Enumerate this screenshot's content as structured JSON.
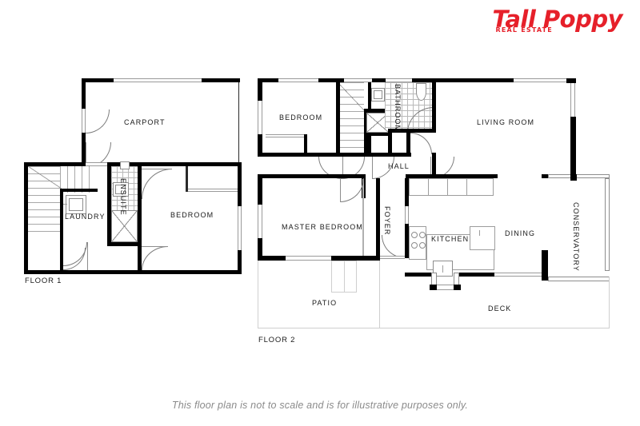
{
  "brand": {
    "name": "Tall Poppy",
    "tagline": "REAL ESTATE",
    "color": "#e6202a"
  },
  "caption": "This floor plan is not to scale and is for illustrative purposes only.",
  "floors": [
    {
      "id": "floor-1",
      "label": "FLOOR 1",
      "rooms": [
        {
          "name": "carport",
          "label": "CARPORT",
          "orientation": "horizontal"
        },
        {
          "name": "laundry",
          "label": "LAUNDRY",
          "orientation": "horizontal"
        },
        {
          "name": "ensuite",
          "label": "ENSUITE",
          "orientation": "vertical"
        },
        {
          "name": "bedroom",
          "label": "BEDROOM",
          "orientation": "horizontal"
        }
      ]
    },
    {
      "id": "floor-2",
      "label": "FLOOR 2",
      "rooms": [
        {
          "name": "bedroom",
          "label": "BEDROOM",
          "orientation": "horizontal"
        },
        {
          "name": "bathroom",
          "label": "BATHROOM",
          "orientation": "vertical"
        },
        {
          "name": "living-room",
          "label": "LIVING ROOM",
          "orientation": "horizontal"
        },
        {
          "name": "hall",
          "label": "HALL",
          "orientation": "horizontal"
        },
        {
          "name": "master-bedroom",
          "label": "MASTER BEDROOM",
          "orientation": "horizontal"
        },
        {
          "name": "foyer",
          "label": "FOYER",
          "orientation": "vertical"
        },
        {
          "name": "kitchen",
          "label": "KITCHEN",
          "orientation": "horizontal"
        },
        {
          "name": "dining",
          "label": "DINING",
          "orientation": "horizontal"
        },
        {
          "name": "conservatory",
          "label": "CONSERVATORY",
          "orientation": "vertical"
        },
        {
          "name": "patio",
          "label": "PATIO",
          "orientation": "horizontal"
        },
        {
          "name": "deck",
          "label": "DECK",
          "orientation": "horizontal"
        }
      ]
    }
  ]
}
